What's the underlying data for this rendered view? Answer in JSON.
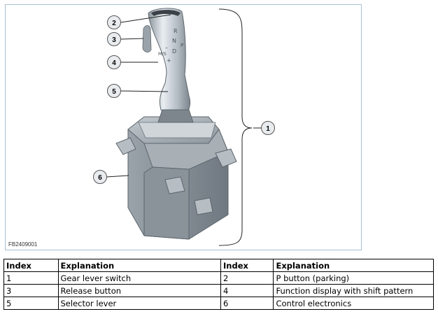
{
  "figure": {
    "code": "FB2409001",
    "callouts": [
      "1",
      "2",
      "3",
      "4",
      "5",
      "6"
    ],
    "shift_pattern": [
      "R",
      "N",
      "D",
      "M/S",
      "–",
      "+",
      "P"
    ]
  },
  "table": {
    "headers": [
      "Index",
      "Explanation",
      "Index",
      "Explanation"
    ],
    "rows": [
      [
        "1",
        "Gear lever switch",
        "2",
        "P button (parking)"
      ],
      [
        "3",
        "Release button",
        "4",
        "Function display with shift pattern"
      ],
      [
        "5",
        "Selector lever",
        "6",
        "Control electronics"
      ]
    ]
  }
}
